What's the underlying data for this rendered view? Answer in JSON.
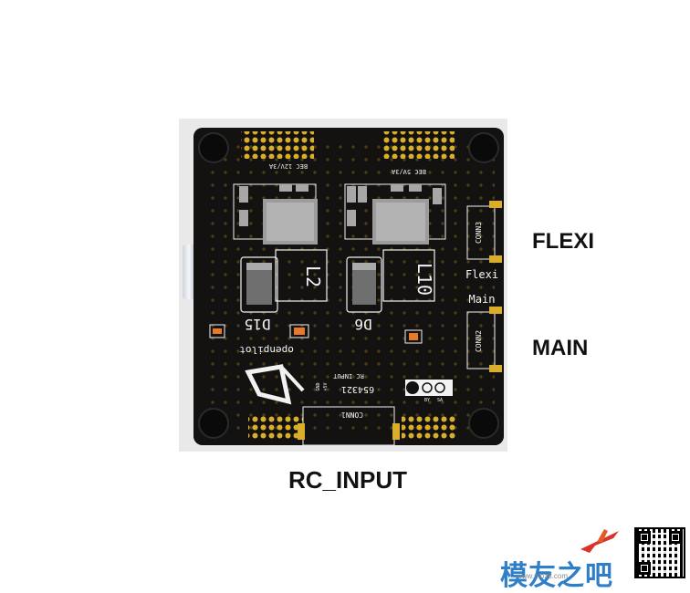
{
  "labels": {
    "flexi": "FLEXI",
    "main": "MAIN",
    "rc_input": "RC_INPUT"
  },
  "silkscreen": {
    "bec_12v": "BEC 12V/3A",
    "bec_5v": "BEC 5V/3A",
    "conn3": "CONN3",
    "flexi": "Flexi",
    "main": "Main",
    "conn2": "CONN2",
    "l2": "L2",
    "l10": "L10",
    "d15": "D15",
    "d6": "D6",
    "openpilot": "openpilot",
    "rc_input": "RC INPUT",
    "pins": "654321",
    "pin_gnd": "GND",
    "pin_5v": "+5V",
    "conn1": "CONN1",
    "license_by": "BY",
    "license_sa": "SA"
  },
  "watermark": {
    "text": "模友之吧",
    "url": "www.moz8.com"
  },
  "colors": {
    "board": "#141210",
    "gold": "#c9a227",
    "silk": "#f2f2f2",
    "chip": "#9c9c9c",
    "led": "#e8782a"
  }
}
